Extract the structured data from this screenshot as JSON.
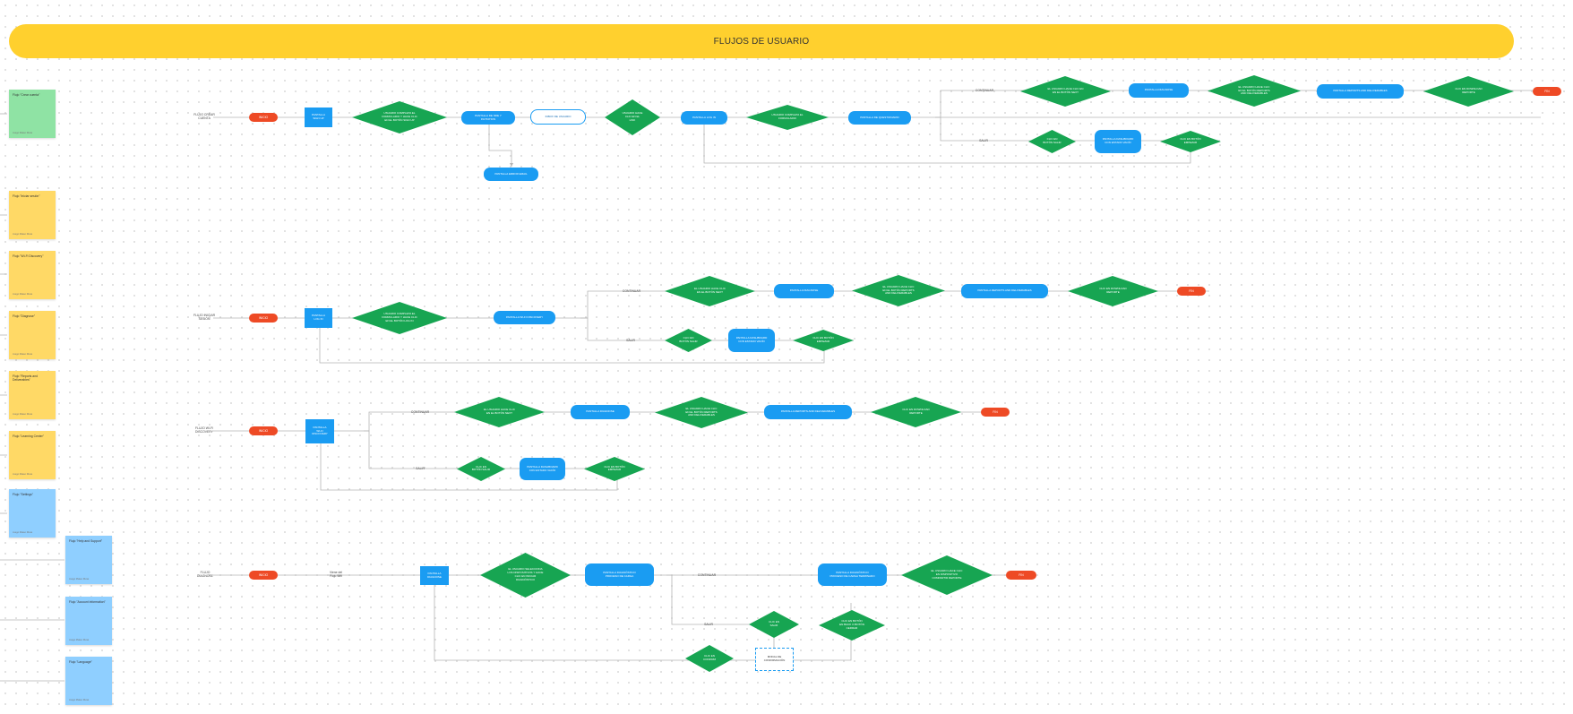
{
  "header": {
    "title": "FLUJOS DE USUARIO",
    "color": "#ffd02e"
  },
  "colors": {
    "decision": "#17a552",
    "screen": "#1a9cf2",
    "start": "#ee4a25",
    "line": "#b5b5b5"
  },
  "notes": [
    {
      "title": "Flujo \"Crear cuenta\"",
      "author": "Juego Mateo Rivas",
      "color": "green"
    },
    {
      "title": "Flujo \"Iniciar sesión\"",
      "author": "Juego Mateo Rivas",
      "color": "yellow"
    },
    {
      "title": "Flujo \"Wi-Fi Discovery\"",
      "author": "Juego Mateo Rivas",
      "color": "yellow"
    },
    {
      "title": "Flujo \"Diagnose\"",
      "author": "Juego Mateo Rivas",
      "color": "yellow"
    },
    {
      "title": "Flujo \"Reports and Deliverables\"",
      "author": "Juego Mateo Rivas",
      "color": "yellow"
    },
    {
      "title": "Flujo \"Learning Center\"",
      "author": "Juego Mateo Rivas",
      "color": "yellow"
    },
    {
      "title": "Flujo \"Settings\"",
      "author": "Juego Mateo Rivas",
      "color": "blue"
    },
    {
      "title": "Flujo \"Help and Support\"",
      "author": "Juego Mateo Rivas",
      "color": "blue"
    },
    {
      "title": "Flujo \"Account information\"",
      "author": "Juego Mateo Rivas",
      "color": "blue"
    },
    {
      "title": "Flujo \"Language\"",
      "author": "Juego Mateo Rivas",
      "color": "blue"
    }
  ],
  "flow1": {
    "label": "FLUJO CREAR\nCUENTA",
    "start": "INICIO",
    "signup": "PANTALLA\nSIGN UP",
    "d1": "USUARIO COMPLETA EL\nFORMULARIO Y HACE CLIC\nEN EL BOTÓN SIGN UP",
    "nav": "PANTALLA DE NDE Y\nINVITATION",
    "perfil": "PANTALLA ERROR EMAIL",
    "outline": "INBOX DE USUARIO",
    "d2": "USUARIO HACE\nCLIC EN EL\nLINK",
    "login": "PANTALLA LOG IN",
    "d3": "USUARIO COMPLETA EL\nFORMULARIO",
    "quest": "PANTALLA DE QUESTIONARIO",
    "continue": "CONTINUAR",
    "exit": "SALIR",
    "d4": "EL USUARIO HACE CLIC EN\nEN EL BOTÓN NEXT",
    "diag": "PANTALLA DIAGNOSE",
    "d5": "EL USUARIO HACE CLIC\nEN EL BOTÓN REPORTS\nAND DELIVERABLES",
    "reports": "PANTALLA REPORTS AND DELIVERABLES",
    "d6": "CLIC EN DOWNLOAD\nREPORTE",
    "end": "FIN",
    "d7": "CLIC EN\nBOTÓN SALIR",
    "dash": "PANTALLA DASHBOARD\nCON ESTADO VACÍO",
    "d8": "CLIC EN BOTÓN\nEMPEZAR"
  },
  "flow2": {
    "label": "FLUJO INICIAR\nSESIÓN",
    "start": "INICIO",
    "login": "PANTALLA\nLOG IN",
    "d1": "USUARIO COMPLETA EL\nFORMULARIO Y HACE CLIC\nEN EL BOTÓN LOG IN",
    "wifi": "PANTALLA WI-FI DISCOVERY",
    "continue": "CONTINUAR",
    "exit": "SALIR",
    "d2": "EL USUARIO HACE CLIC\nEN EL BOTÓN NEXT",
    "diag": "PANTALLA DIAGNOSE",
    "d3": "EL USUARIO HACE CLIC\nEN EL BOTÓN REPORTS\nAND DELIVERABLES",
    "reports": "PANTALLA REPORTS AND DELIVERABLES",
    "d4": "CLIC EN DOWNLOAD\nREPORTE",
    "end": "FIN",
    "d5": "CLIC EN\nBOTÓN SALIR",
    "dash": "PANTALLA DASHBOARD\nCON ESTADO VACÍO",
    "d6": "CLIC EN BOTÓN\nEMPEZAR"
  },
  "flow3": {
    "label": "FLUJO WI-FI\nDISCOVERY",
    "start": "INICIO",
    "wifi": "PANTALLA\nWI-FI\nDISCOVERY",
    "continue": "CONTINUAR",
    "exit": "SALIR",
    "d1": "EL USUARIO HACE CLIC\nEN EL BOTÓN NEXT",
    "diag": "PANTALLA DIAGNOSE",
    "d2": "EL USUARIO HACE CLIC\nEN EL BOTÓN REPORTS\nAND DELIVERABLES",
    "reports": "PANTALLA REPORTS AND DELIVERABLES",
    "d3": "CLIC EN DOWNLOAD\nREPORTE",
    "end": "FIN",
    "d4": "CLIC EN\nBOTÓN SALIR",
    "dash": "PANTALLA DASHBOARD\nCON ESTADO VACÍO",
    "d5": "CLIC EN BOTÓN\nEMPEZAR"
  },
  "flow4": {
    "label": "FLUJO\nDIAGNOSE",
    "start": "INICIO",
    "from": "Viene del\nFlujo Wifi",
    "diag": "PANTALLA\nDIAGNOSE",
    "d1": "EL USUARIO SELECCIONA\nLOS DISPOSITIVOS Y HACE\nCLIC EN INICIAR\nDIAGNÓSTICO",
    "carga": "PANTALLA DIAGNÓSTICO\nPROCESO DE CARGA",
    "continue": "CONTINUAR",
    "done": "PANTALLA DIAGNÓSTICO\nPROCESO DE CARGA TERMINADO",
    "d2": "EL USUARIO HACE CLIC\nEN DISPOSITIVO\nCOMPARTIR REPORTE",
    "end": "FIN",
    "exit": "SALIR",
    "d3": "CLIC EN\nSALIR",
    "d4": "CLIC EN BOTÓN\nEN BACK O BOTÓN\nCERRAR",
    "d5": "CLIC EN\nCONFIRM",
    "modal": "MODAL DE\nCONFIRMACIÓN"
  }
}
